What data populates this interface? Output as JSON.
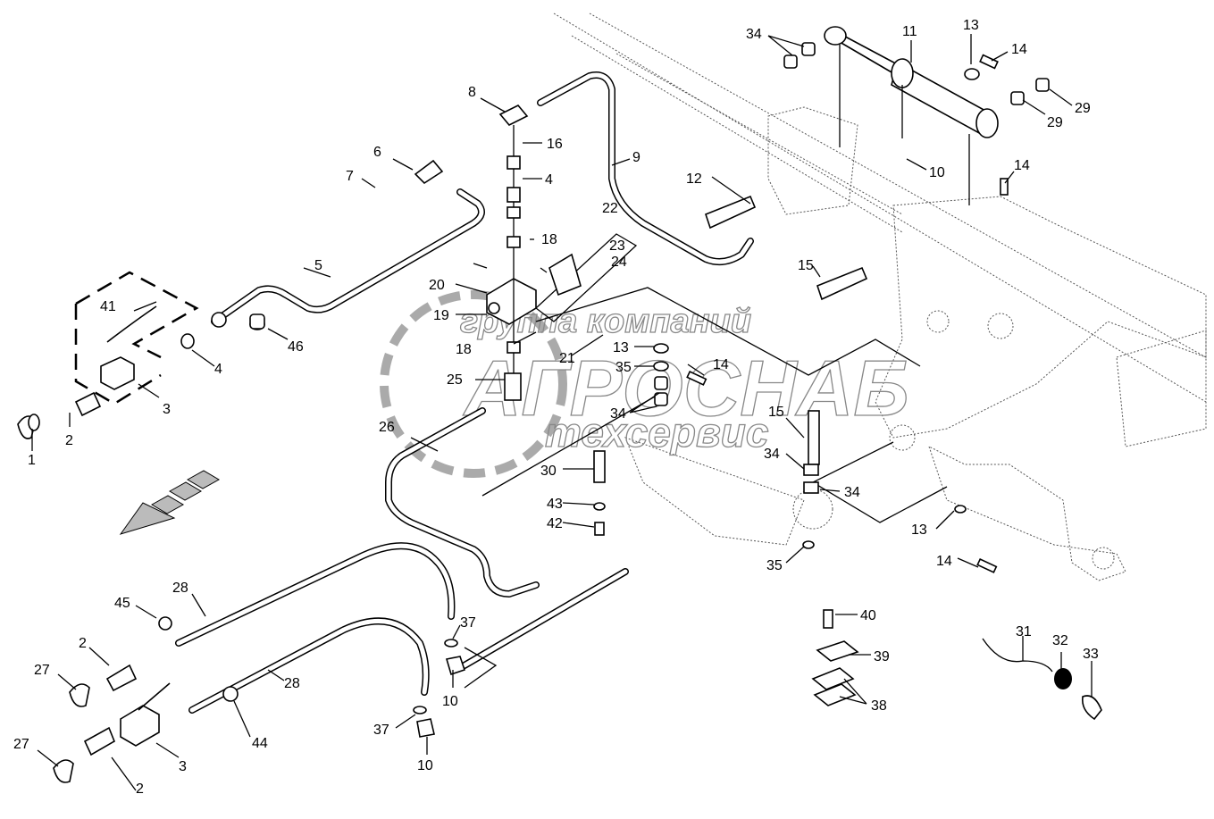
{
  "diagram": {
    "title": "Hydraulic hose and valve assembly – exploded parts view",
    "watermark": {
      "line1": "группа компаний",
      "line2": "АГРОСНАБ",
      "line3": "техсервис"
    },
    "callouts": [
      {
        "id": "c1",
        "label": "1"
      },
      {
        "id": "c2a",
        "label": "2"
      },
      {
        "id": "c2b",
        "label": "2"
      },
      {
        "id": "c2c",
        "label": "2"
      },
      {
        "id": "c3a",
        "label": "3"
      },
      {
        "id": "c3b",
        "label": "3"
      },
      {
        "id": "c4a",
        "label": "4"
      },
      {
        "id": "c4b",
        "label": "4"
      },
      {
        "id": "c5",
        "label": "5"
      },
      {
        "id": "c6",
        "label": "6"
      },
      {
        "id": "c7",
        "label": "7"
      },
      {
        "id": "c8",
        "label": "8"
      },
      {
        "id": "c9",
        "label": "9"
      },
      {
        "id": "c10a",
        "label": "10"
      },
      {
        "id": "c10b",
        "label": "10"
      },
      {
        "id": "c10c",
        "label": "10"
      },
      {
        "id": "c11",
        "label": "11"
      },
      {
        "id": "c12",
        "label": "12"
      },
      {
        "id": "c13a",
        "label": "13"
      },
      {
        "id": "c13b",
        "label": "13"
      },
      {
        "id": "c13c",
        "label": "13"
      },
      {
        "id": "c14a",
        "label": "14"
      },
      {
        "id": "c14b",
        "label": "14"
      },
      {
        "id": "c14c",
        "label": "14"
      },
      {
        "id": "c14d",
        "label": "14"
      },
      {
        "id": "c15a",
        "label": "15"
      },
      {
        "id": "c15b",
        "label": "15"
      },
      {
        "id": "c16",
        "label": "16"
      },
      {
        "id": "c18a",
        "label": "18"
      },
      {
        "id": "c18b",
        "label": "18"
      },
      {
        "id": "c19",
        "label": "19"
      },
      {
        "id": "c20",
        "label": "20"
      },
      {
        "id": "c21",
        "label": "21"
      },
      {
        "id": "c22",
        "label": "22"
      },
      {
        "id": "c23",
        "label": "23"
      },
      {
        "id": "c24",
        "label": "24"
      },
      {
        "id": "c25",
        "label": "25"
      },
      {
        "id": "c26",
        "label": "26"
      },
      {
        "id": "c27a",
        "label": "27"
      },
      {
        "id": "c27b",
        "label": "27"
      },
      {
        "id": "c28a",
        "label": "28"
      },
      {
        "id": "c28b",
        "label": "28"
      },
      {
        "id": "c29a",
        "label": "29"
      },
      {
        "id": "c29b",
        "label": "29"
      },
      {
        "id": "c30",
        "label": "30"
      },
      {
        "id": "c31",
        "label": "31"
      },
      {
        "id": "c32",
        "label": "32"
      },
      {
        "id": "c33",
        "label": "33"
      },
      {
        "id": "c34a",
        "label": "34"
      },
      {
        "id": "c34b",
        "label": "34"
      },
      {
        "id": "c34c",
        "label": "34"
      },
      {
        "id": "c34d",
        "label": "34"
      },
      {
        "id": "c35a",
        "label": "35"
      },
      {
        "id": "c35b",
        "label": "35"
      },
      {
        "id": "c37a",
        "label": "37"
      },
      {
        "id": "c37b",
        "label": "37"
      },
      {
        "id": "c38",
        "label": "38"
      },
      {
        "id": "c39",
        "label": "39"
      },
      {
        "id": "c40",
        "label": "40"
      },
      {
        "id": "c41",
        "label": "41"
      },
      {
        "id": "c42",
        "label": "42"
      },
      {
        "id": "c43",
        "label": "43"
      },
      {
        "id": "c44",
        "label": "44"
      },
      {
        "id": "c45",
        "label": "45"
      },
      {
        "id": "c46",
        "label": "46"
      }
    ]
  }
}
